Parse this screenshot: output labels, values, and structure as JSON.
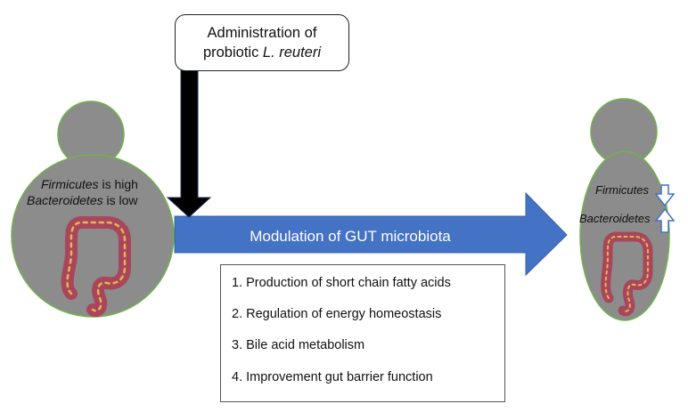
{
  "administration": {
    "line1": "Administration of",
    "line2_prefix": "probiotic ",
    "line2_italic": "L. reuteri"
  },
  "main_arrow": {
    "label": "Modulation of GUT microbiota",
    "color": "#4472c4"
  },
  "left_figure": {
    "line1_italic": "Firmicutes",
    "line1_rest": " is high",
    "line2_italic": "Bacteroidetes",
    "line2_rest": " is low"
  },
  "right_figure": {
    "firmicutes": "Firmicutes",
    "bacteroidetes": "Bacteroidetes"
  },
  "effects": [
    "1. Production of short chain fatty acids",
    "2. Regulation of energy homeostasis",
    "3. Bile acid metabolism",
    "4. Improvement gut barrier function"
  ],
  "colors": {
    "figure_fill": "#8c8c8c",
    "figure_outline": "#6fb34a",
    "colon": "#a8475a",
    "colon_highlight": "#e8b25a",
    "down_arrow": "#000000",
    "indicator_arrow": "#4472c4"
  }
}
